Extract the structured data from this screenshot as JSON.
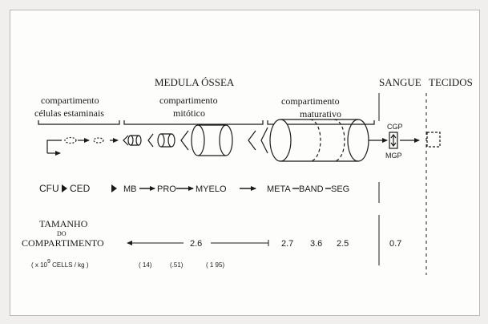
{
  "headings": {
    "medula": "MEDULA ÓSSEA",
    "sangue": "SANGUE",
    "tecidos": "TECIDOS"
  },
  "compartments": {
    "stem_line1": "compartimento",
    "stem_line2": "células estaminais",
    "mitotic_line1": "compartimento",
    "mitotic_line2": "mitótico",
    "maturation_line1": "compartimento",
    "maturation_line2": "maturativo"
  },
  "blood_pool": {
    "cgp": "CGP",
    "mgp": "MGP"
  },
  "sequence": {
    "cfu": "CFU",
    "ced": "CED",
    "mb": "MB",
    "pro": "PRO",
    "myelo": "MYELO",
    "meta": "META",
    "band": "BAND",
    "seg": "SEG"
  },
  "size_section": {
    "title_line1": "TAMANHO",
    "title_line2": "DO",
    "title_line3": "COMPARTIMENTO",
    "units": "( x 10",
    "units_exp": "9",
    "units_rest": " CELLS / kg )",
    "mitotic_total": "2.6",
    "mb": "( 14)",
    "pro": "(.51)",
    "myelo": "( 1 95)",
    "meta": "2.7",
    "band": "3.6",
    "seg": "2.5",
    "blood": "0.7"
  }
}
